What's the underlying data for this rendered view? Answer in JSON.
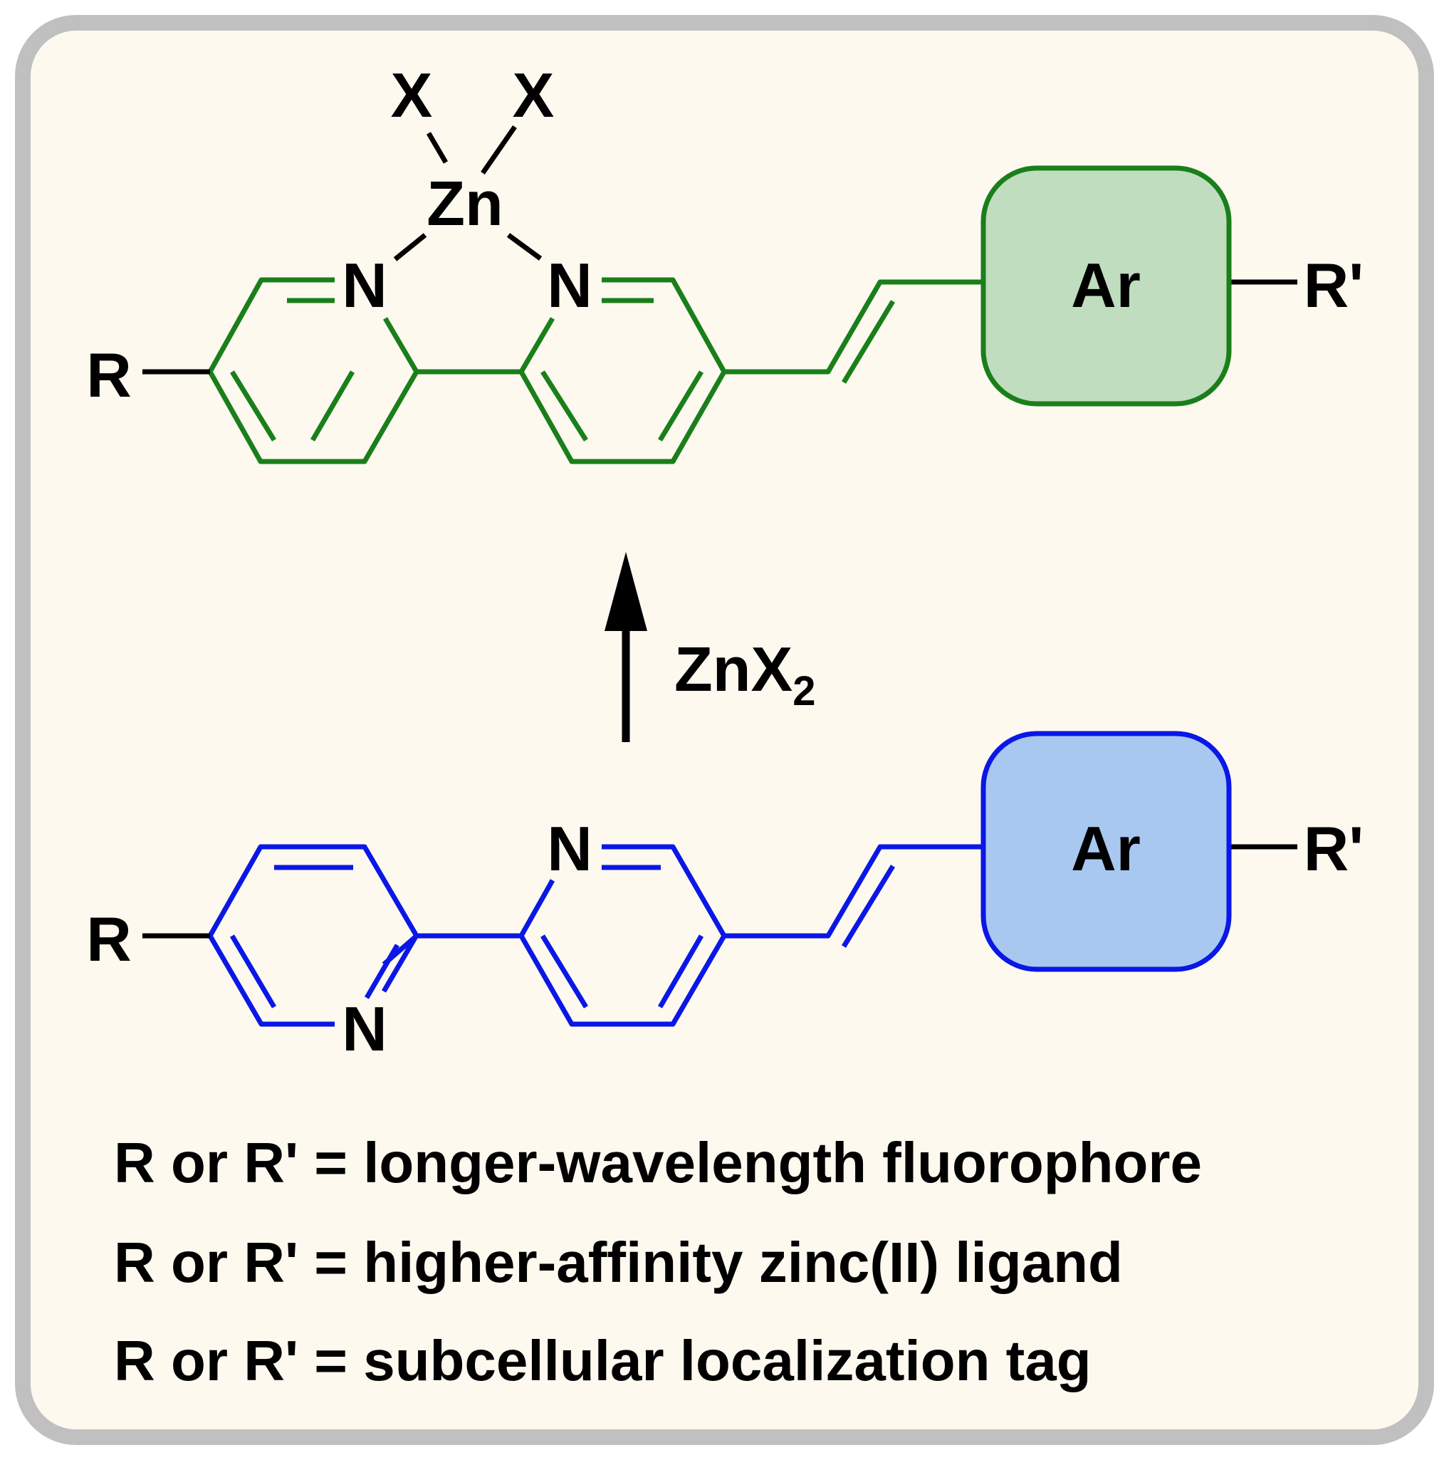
{
  "colors": {
    "frame_border": "#c0c0c0",
    "frame_fill": "#fdf9ef",
    "complex": "#1a7f1a",
    "ligand": "#0a17e6",
    "complex_box_fill": "#c0ddc0",
    "ligand_box_fill": "#a8c8f0",
    "ink": "#000000"
  },
  "complex": {
    "metal": "Zn",
    "ligand_x_left": "X",
    "ligand_x_right": "X",
    "n_left": "N",
    "n_right": "N",
    "r_left": "R",
    "aryl": "Ar",
    "r_right": "R'"
  },
  "reaction": {
    "reagent_main": "ZnX",
    "reagent_subscript": "2"
  },
  "ligand": {
    "n_top": "N",
    "n_bottom": "N",
    "r_left": "R",
    "aryl": "Ar",
    "r_right": "R'"
  },
  "legend": [
    "R or R' = longer-wavelength fluorophore",
    "R or R' = higher-affinity zinc(II) ligand",
    "R or R' = subcellular localization tag"
  ]
}
